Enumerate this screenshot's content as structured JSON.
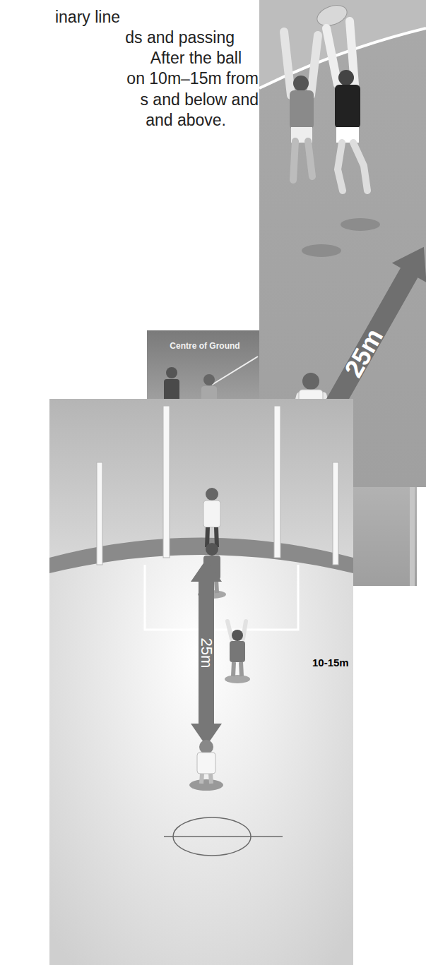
{
  "diagram": {
    "labels": [
      "inary line",
      "ds and passing",
      "After the ball",
      "on 10m–15m from",
      "s and below and",
      "and above.",
      "Centre of Ground",
      "25m",
      "25m",
      "10-15m"
    ]
  }
}
